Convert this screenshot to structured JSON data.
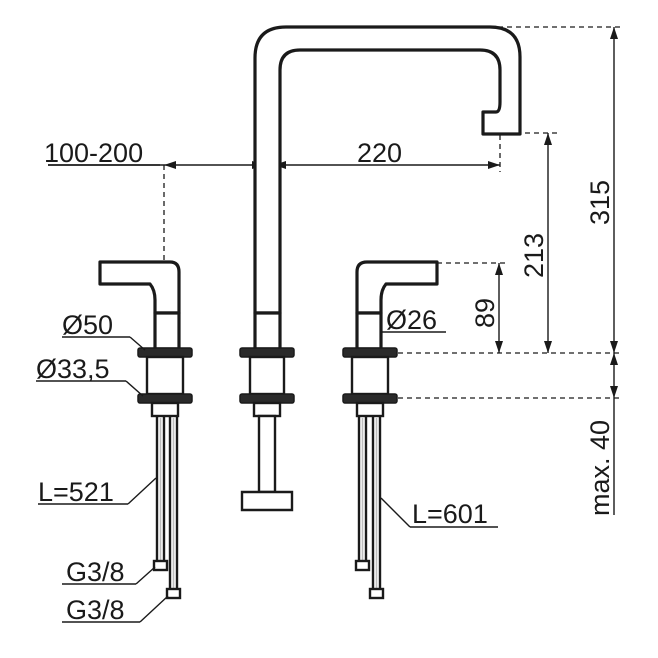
{
  "dimensions": {
    "spread": "100-200",
    "reach": "220",
    "total_height": "315",
    "spout_height": "213",
    "handle_height": "89",
    "max_deck_thickness": "max. 40"
  },
  "callouts": {
    "flange_diameter": "Ø50",
    "body_diameter": "Ø33,5",
    "handle_diameter": "Ø26",
    "hose_left_length": "L=521",
    "hose_right_length": "L=601",
    "thread_upper": "G3/8",
    "thread_lower": "G3/8"
  }
}
